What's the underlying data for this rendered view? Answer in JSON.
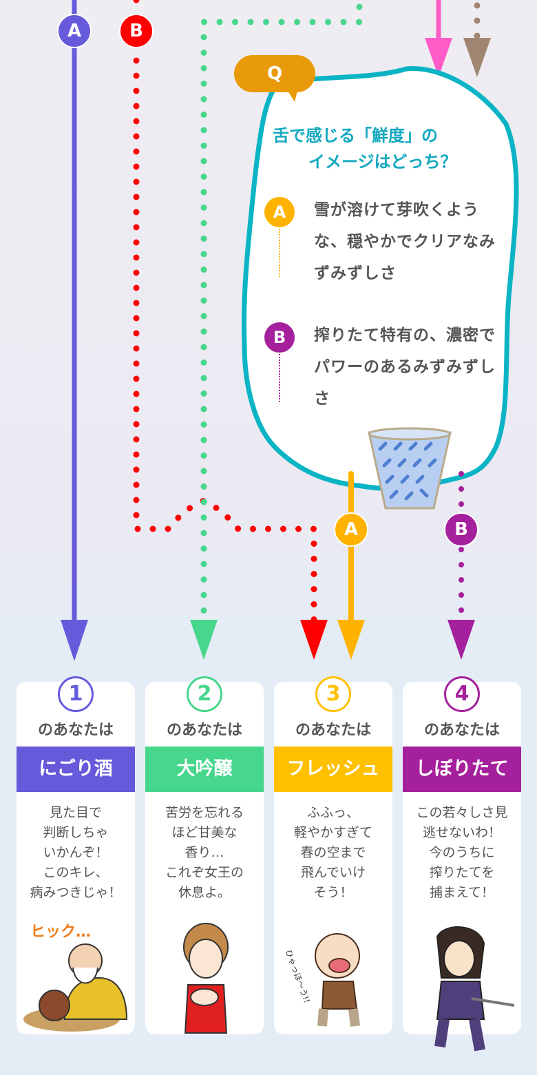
{
  "colors": {
    "route_a": "#665adb",
    "route_b": "#ff0000",
    "route_green": "#46d68c",
    "route_pink": "#ff5cc8",
    "route_brown": "#a08672",
    "option_a": "#ffb300",
    "option_b": "#a5209c",
    "bubble_border": "#0bb4c4",
    "question_text": "#12a8c0",
    "q_tag": "#e99a0a",
    "card_1": "#665adb",
    "card_2": "#46d68c",
    "card_3": "#ffc000",
    "card_4": "#a5209c"
  },
  "top_badges": {
    "a": "A",
    "b": "B"
  },
  "question": {
    "tag": "Q",
    "title_line1": "舌で感じる「鮮度」の",
    "title_line2": "イメージはどっち？",
    "options": [
      {
        "key": "A",
        "text": "雪が溶けて芽吹くような、穏やかでクリアなみずみずしさ"
      },
      {
        "key": "B",
        "text": "搾りたて特有の、濃密でパワーのあるみずみずしさ"
      }
    ],
    "illustration": "sake-glass-kiriko"
  },
  "branch_badges": {
    "a": "A",
    "b": "B"
  },
  "results": [
    {
      "number": "1",
      "subtitle": "のあなたは",
      "type": "にごり酒",
      "description": "見た目で\n判断しちゃ\nいかんぞ！\nこのキレ、\n病みつきじゃ！",
      "illustration": "old-sage-with-sake-jug",
      "sfx": "ヒック…"
    },
    {
      "number": "2",
      "subtitle": "のあなたは",
      "type": "大吟醸",
      "description": "苦労を忘れる\nほど甘美な\n香り…\nこれぞ女王の\n休息よ。",
      "illustration": "woman-holding-cup"
    },
    {
      "number": "3",
      "subtitle": "のあなたは",
      "type": "フレッシュ",
      "description": "ふふっ、\n軽やかすぎて\n春の空まで\n飛んでいけ\nそう！",
      "illustration": "jumping-old-man",
      "sfx": "ひゃっほ〜う!!"
    },
    {
      "number": "4",
      "subtitle": "のあなたは",
      "type": "しぼりたて",
      "description": "この若々しさ見\n逃せないわ！\n今のうちに\n搾りたてを\n捕まえて！",
      "illustration": "ninja-girl-with-sword"
    }
  ]
}
